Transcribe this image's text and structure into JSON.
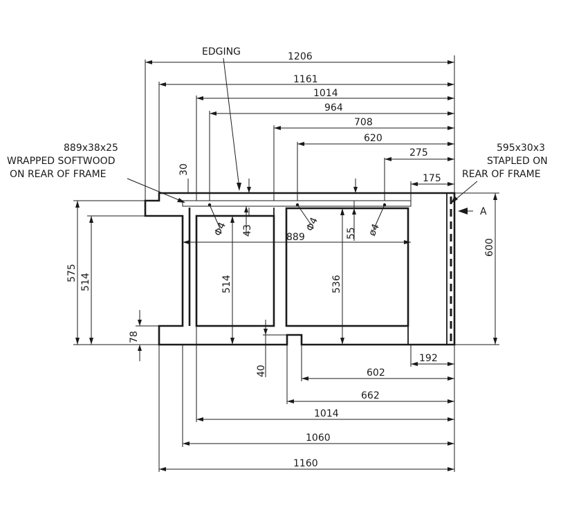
{
  "labels": {
    "edging": "EDGING",
    "softwood_size": "889x38x25",
    "softwood_line1": "WRAPPED SOFTWOOD",
    "softwood_line2": "ON REAR OF FRAME",
    "board_size": "595x30x3",
    "board_line1": "STAPLED ON",
    "board_line2": "REAR OF FRAME",
    "view_a": "A",
    "hole_a": "Φ4",
    "hole_b": "Φ4",
    "hole_c": "ø4"
  },
  "dims_top": {
    "d1206": "1206",
    "d1161": "1161",
    "d1014": "1014",
    "d964": "964",
    "d708": "708",
    "d620": "620",
    "d275": "275",
    "d175": "175"
  },
  "dims_inner": {
    "d30": "30",
    "d43": "43",
    "d55": "55",
    "d889": "889",
    "d514_inner": "514",
    "d536": "536"
  },
  "dims_side": {
    "d575": "575",
    "d514": "514",
    "d78": "78",
    "d600": "600"
  },
  "dims_bottom": {
    "d40": "40",
    "d192": "192",
    "d602": "602",
    "d662": "662",
    "d1014": "1014",
    "d1060": "1060",
    "d1160": "1160"
  }
}
